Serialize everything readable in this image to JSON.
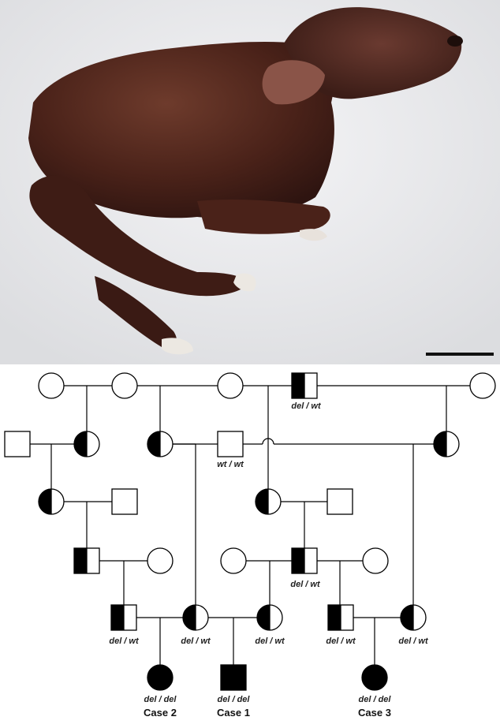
{
  "figure": {
    "photo": {
      "subject": "stillborn calf with arthrogryposis",
      "scale_bar": true
    },
    "pedigree": {
      "genotype_labels": {
        "founder_sire": "del / wt",
        "gen2_male": "wt / wt",
        "gen4_sire": "del / wt",
        "case2_sire": "del / wt",
        "case2_case1_dam": "del / wt",
        "case1_dam_side": "del / wt",
        "case3_sire": "del / wt",
        "case3_dam": "del / wt",
        "case2": "del / del",
        "case1": "del / del",
        "case3": "del / del"
      },
      "case_labels": {
        "case2": "Case 2",
        "case1": "Case 1",
        "case3": "Case 3"
      },
      "legend_colors": {
        "affected": "#000000",
        "unaffected": "#ffffff",
        "line": "#000000"
      }
    }
  }
}
